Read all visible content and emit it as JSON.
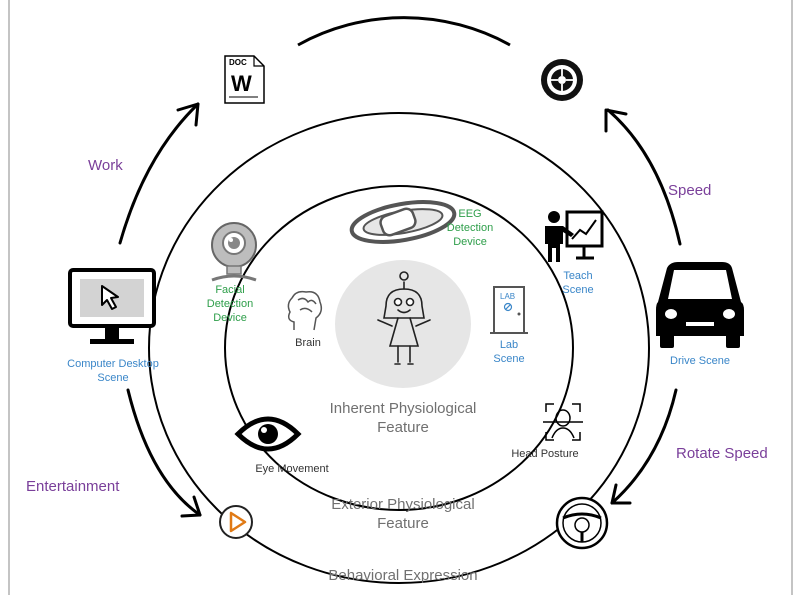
{
  "layers": {
    "inner": "Inherent Physiological\nFeature",
    "middle": "Exterior Physiological\nFeature",
    "outer": "Behavioral Expression"
  },
  "categories": {
    "work": "Work",
    "entertainment": "Entertainment",
    "speed": "Speed",
    "rotate_speed": "Rotate Speed"
  },
  "devices": {
    "eeg": "EEG\nDetection\nDevice",
    "facial": "Facial\nDetection\nDevice"
  },
  "scenes": {
    "teach": "Teach\nScene",
    "lab": "Lab\nScene",
    "drive": "Drive Scene",
    "computer": "Computer Desktop\nScene"
  },
  "features": {
    "brain": "Brain",
    "eye_movement": "Eye Movement",
    "head_posture": "Head Posture"
  },
  "icon_text": {
    "doc": "DOC",
    "word": "W",
    "lab": "LAB"
  },
  "colors": {
    "category": "#7a3f9a",
    "device": "#2e9e4a",
    "scene": "#3a86c8",
    "layer": "#707070",
    "center_fill": "#e6e6e6"
  },
  "icons": [
    "doc-icon",
    "wheel-icon",
    "monitor-icon",
    "car-icon",
    "steering-wheel-icon",
    "play-icon",
    "webcam-icon",
    "eye-icon",
    "face-scan-icon",
    "teacher-icon",
    "lab-door-icon",
    "brain-icon",
    "eeg-headband-icon",
    "girl-icon"
  ]
}
